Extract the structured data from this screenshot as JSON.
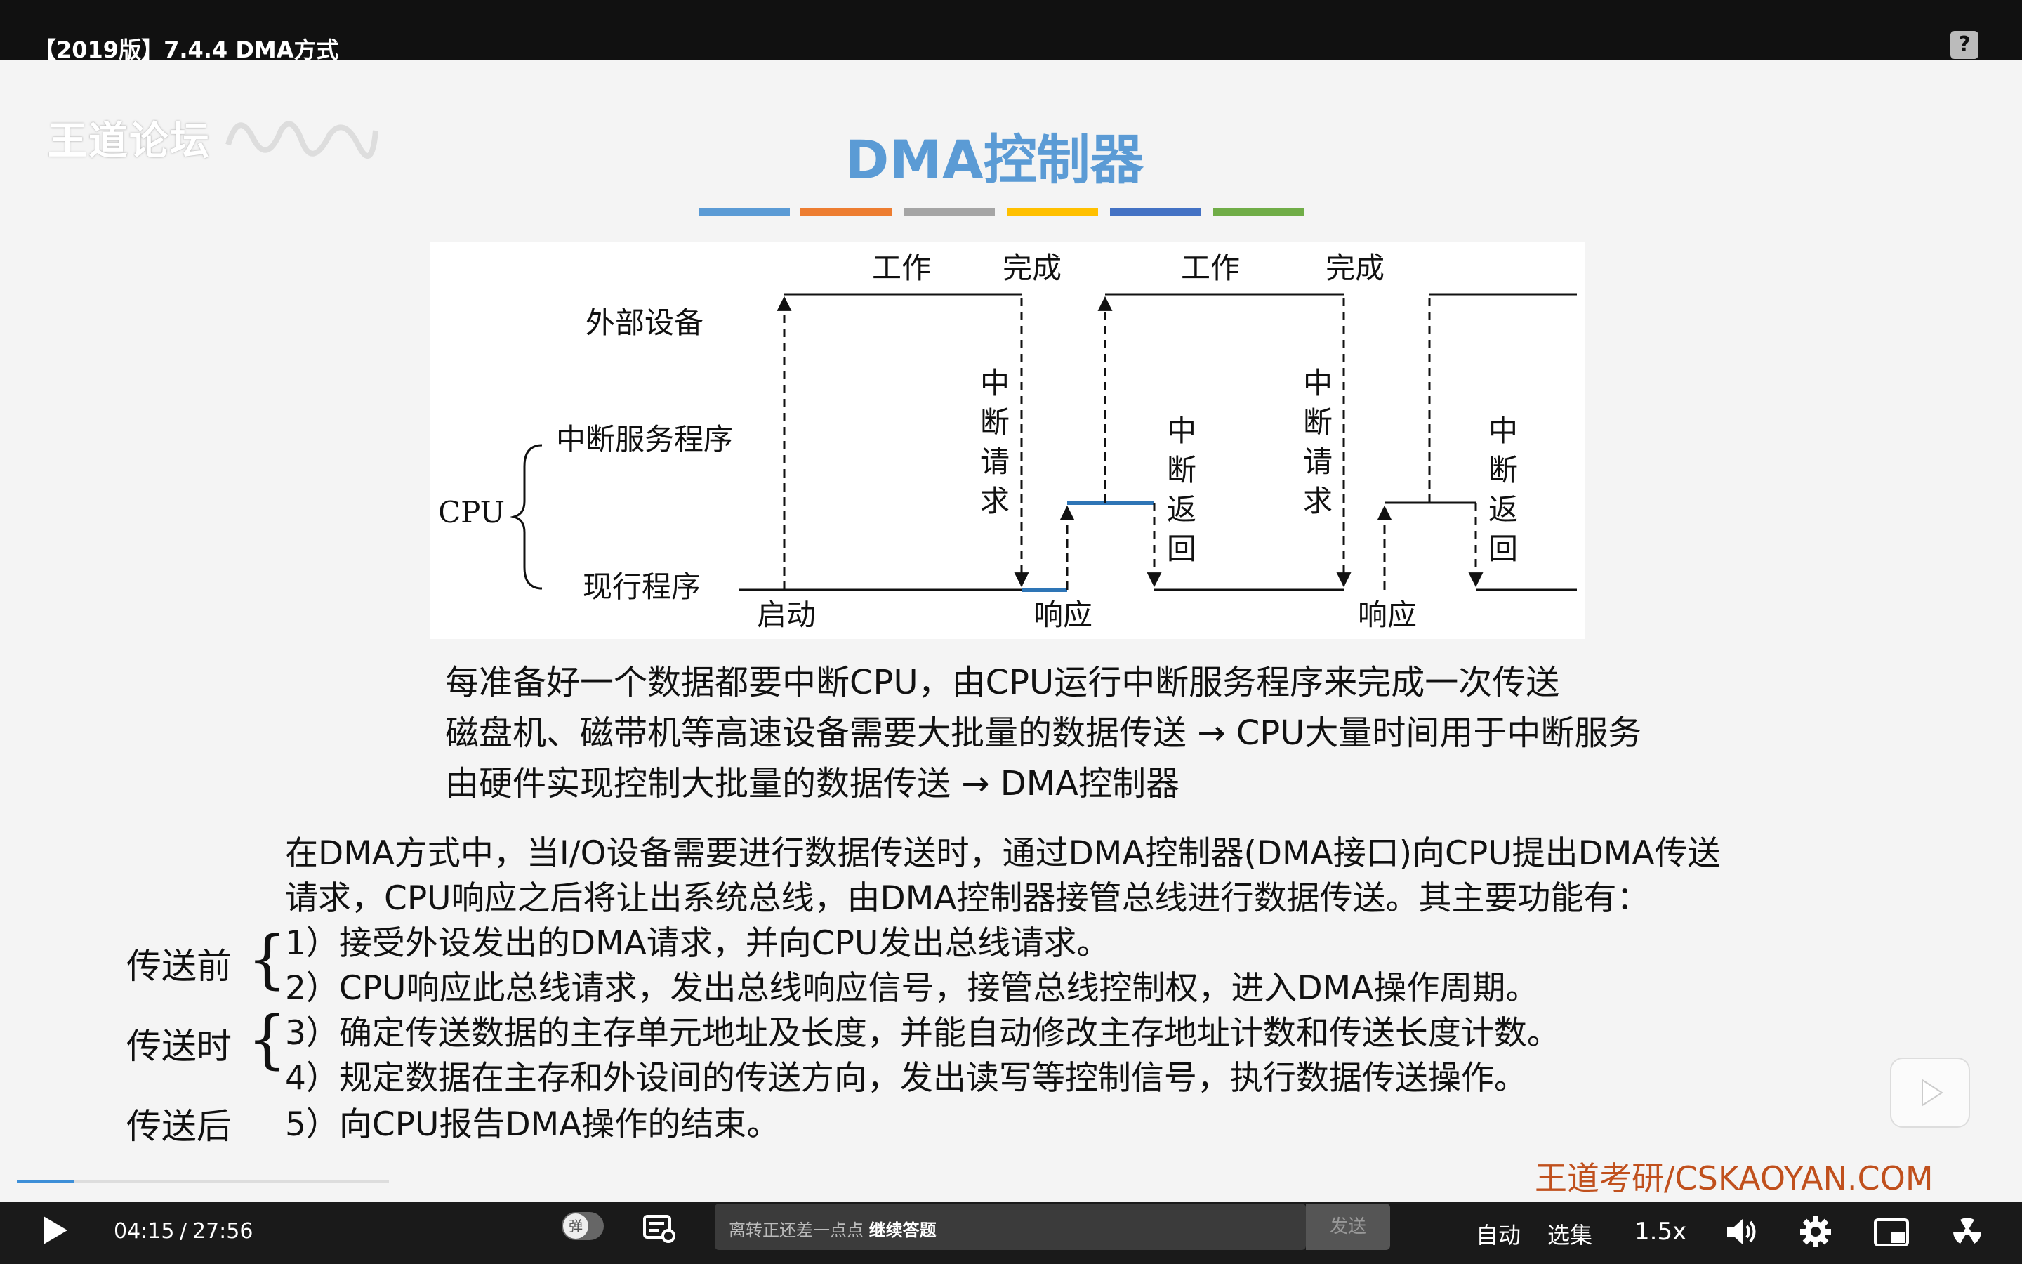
{
  "video": {
    "title": "【2019版】7.4.4 DMA方式",
    "help_icon": "help-icon"
  },
  "slide": {
    "watermark": "王道论坛",
    "title": "DMA控制器",
    "title_bar_colors": [
      "#5b9bd5",
      "#ed7d31",
      "#a5a5a5",
      "#ffc000",
      "#4472c4",
      "#70ad47"
    ],
    "diagram": {
      "label_external": "外部设备",
      "label_isr": "中断服务程序",
      "label_cpu": "CPU",
      "label_current": "现行程序",
      "work_1": "工作",
      "done_1": "完成",
      "work_2": "工作",
      "done_2": "完成",
      "irq_1": [
        "中",
        "断",
        "请",
        "求"
      ],
      "irq_2": [
        "中",
        "断",
        "请",
        "求"
      ],
      "ret_1": [
        "中",
        "断",
        "返",
        "回"
      ],
      "ret_2": [
        "中",
        "断",
        "返",
        "回"
      ],
      "start": "启动",
      "resp_1": "响应",
      "resp_2": "响应"
    },
    "lines": [
      "每准备好一个数据都要中断CPU，由CPU运行中断服务程序来完成一次传送",
      "磁盘机、磁带机等高速设备需要大批量的数据传送 → CPU大量时间用于中断服务",
      "由硬件实现控制大批量的数据传送 → DMA控制器"
    ],
    "paragraph": [
      "在DMA方式中，当I/O设备需要进行数据传送时，通过DMA控制器(DMA接口)向CPU提出DMA传送",
      "请求，CPU响应之后将让出系统总线，由DMA控制器接管总线进行数据传送。其主要功能有："
    ],
    "functions": [
      "1）接受外设发出的DMA请求，并向CPU发出总线请求。",
      "2）CPU响应此总线请求，发出总线响应信号，接管总线控制权，进入DMA操作周期。",
      "3）确定传送数据的主存单元地址及长度，并能自动修改主存地址计数和传送长度计数。",
      "4）规定数据在主存和外设间的传送方向，发出读写等控制信号，执行数据传送操作。",
      "5）向CPU报告DMA操作的结束。"
    ],
    "phases": {
      "before": "传送前",
      "during": "传送时",
      "after": "传送后"
    },
    "brand": "王道考研/CSKAOYAN.COM"
  },
  "player": {
    "progress_fraction": 0.154,
    "time_current": "04:15",
    "time_separator": "/",
    "time_total": "27:56",
    "danmu_toggle_label": "弹",
    "danmu_placeholder": "离转正还差一点点",
    "danmu_link": "继续答题",
    "send_label": "发送",
    "quality_label": "自动",
    "episodes_label": "选集",
    "speed_label": "1.5x",
    "icons": [
      "play-icon",
      "danmu-settings-icon",
      "volume-icon",
      "gear-icon",
      "pip-icon",
      "radiation-icon"
    ]
  }
}
